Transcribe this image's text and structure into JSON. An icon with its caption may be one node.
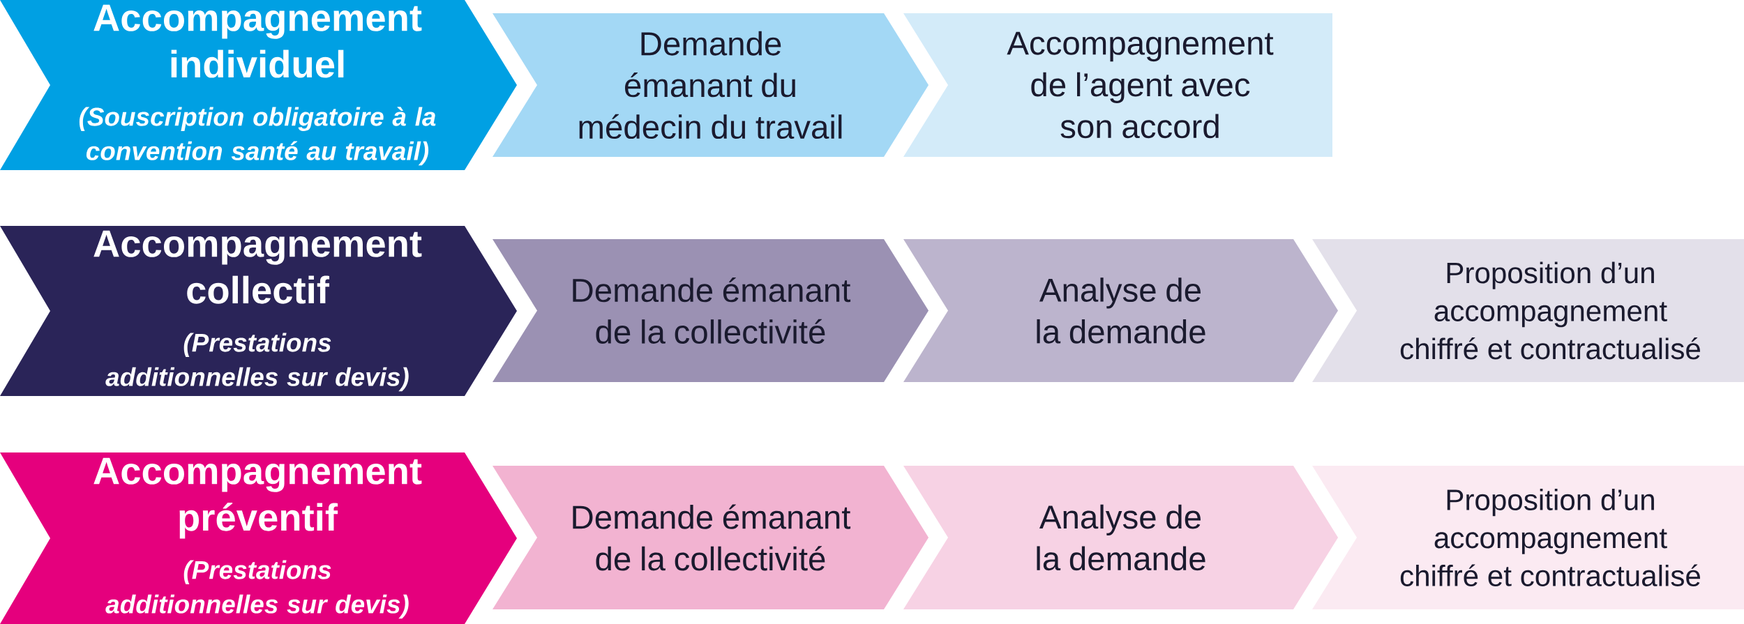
{
  "diagram": {
    "nodes": [
      {
        "text": [
          "Accompagnement individuel",
          "(Souscription obligatoire à la convention santé au travail)"
        ]
      },
      {
        "text": [
          "Demande émanant du médecin du travail"
        ]
      },
      {
        "text": [
          "Accompagnement de l’agent avec son accord"
        ]
      },
      {
        "text": [
          "Accompagnement collectif",
          "(Prestations additionnelles sur devis)"
        ]
      },
      {
        "text": [
          "Demande émanant de la collectivité"
        ]
      },
      {
        "text": [
          "Analyse de la demande"
        ]
      },
      {
        "text": [
          "Proposition d’un accompagnement chiffré et contractualisé"
        ]
      },
      {
        "text": [
          "Accompagnement préventif",
          "(Prestations additionnelles sur devis)"
        ]
      },
      {
        "text": [
          "Demande émanant de la collectivité"
        ]
      },
      {
        "text": [
          "Analyse de la demande"
        ]
      },
      {
        "text": [
          "Proposition d’un accompagnement chiffré et contractualisé"
        ]
      }
    ]
  }
}
